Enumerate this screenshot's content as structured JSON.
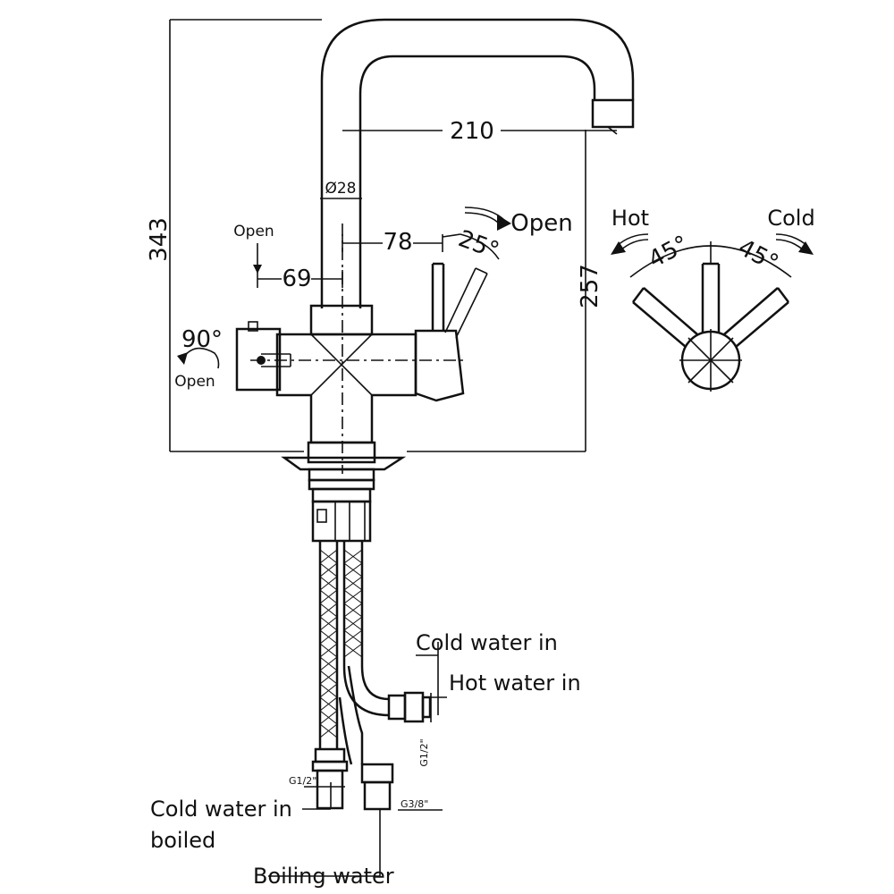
{
  "dimensions": {
    "height_total": "343",
    "height_spout": "257",
    "reach": "210",
    "diameter": "Ø28",
    "handle_offset": "78",
    "boiling_offset": "69",
    "lever_angle": "25°",
    "rotation_angle": "90°",
    "side_angle_left": "45°",
    "side_angle_right": "45°"
  },
  "labels": {
    "open_top": "Open",
    "open_lever": "Open",
    "open_rotate": "Open",
    "hot": "Hot",
    "cold": "Cold",
    "cold_water_in": "Cold water in",
    "hot_water_in": "Hot water in",
    "cold_water_in_boiled_line1": "Cold water in",
    "cold_water_in_boiled_line2": "boiled",
    "boiling_water": "Boiling water"
  },
  "threads": {
    "side": "G1/2\"",
    "left": "G1/2\"",
    "right": "G3/8\""
  }
}
